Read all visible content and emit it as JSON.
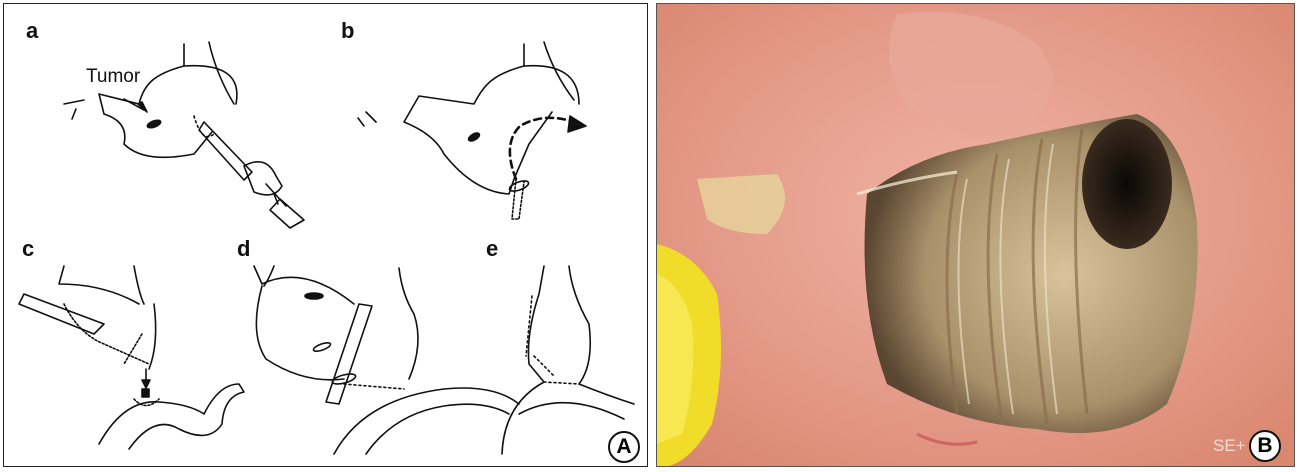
{
  "panel_a": {
    "badge": "A",
    "sublabels": {
      "a": "a",
      "b": "b",
      "c": "c",
      "d": "d",
      "e": "e"
    },
    "tumor_label": "Tumor"
  },
  "panel_b": {
    "badge": "B",
    "watermark": "SE+"
  },
  "colors": {
    "mucosa": "#e8a393",
    "lumen_dark": "#2a1c14",
    "intestine": "#c9b08a",
    "bile": "#f2dc2a",
    "line": "#111111"
  }
}
